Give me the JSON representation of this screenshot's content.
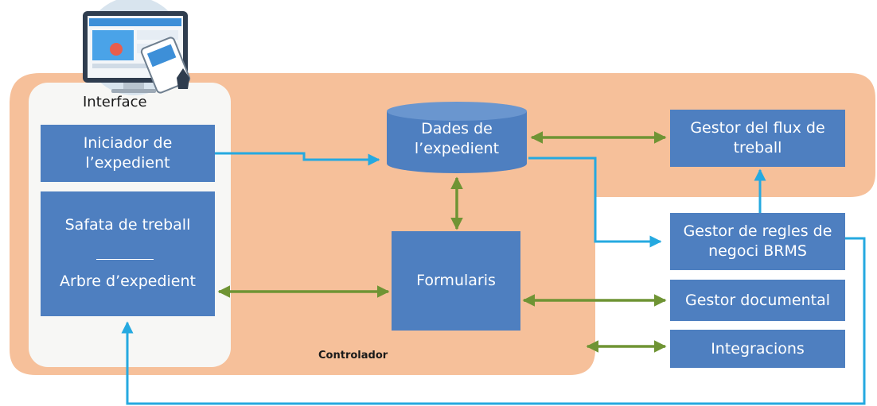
{
  "interface_label": "Interface",
  "controller_label": "Controlador",
  "nodes": {
    "iniciador": [
      "Iniciador de",
      "l’expedient"
    ],
    "safata": "Safata de treball",
    "arbre": "Arbre d’expedient",
    "dades": [
      "Dades de",
      "l’expedient"
    ],
    "formularis": "Formularis",
    "gestor_flux": [
      "Gestor del flux de",
      "treball"
    ],
    "gestor_regles": [
      "Gestor de regles de",
      "negoci BRMS"
    ],
    "gestor_documental": "Gestor documental",
    "integracions": "Integracions"
  },
  "colors": {
    "controller_bg": "#f6c09a",
    "interface_bg": "#f7f7f5",
    "box": "#4e7fc0",
    "flow_arrow": "#25a9e0",
    "link_arrow": "#6f9434"
  },
  "icons": [
    "computer-devices-icon"
  ]
}
